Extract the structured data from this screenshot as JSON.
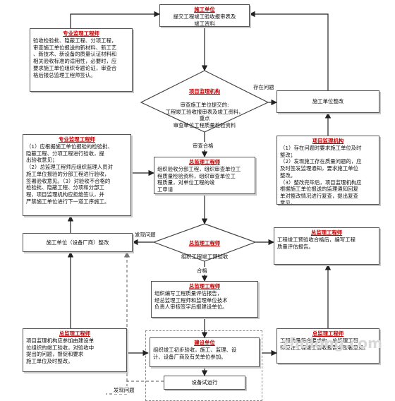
{
  "nodes": {
    "contractor_submit": {
      "title": "施工单位",
      "text": "提交工程竣工验收报审表及\n竣工资料"
    },
    "specialist_top": {
      "title": "专业监理工程师",
      "text": "验收检验批、隐蔽工程、分项工程，\n审查施工单位报送的新材料、新工艺\n、新技术、新设备的质量认证材料和\n相关验收标准的适用性，必要时，应\n要求施工单位组织专题论证，审查合\n格后报总监理工程师签认。"
    },
    "review_diamond": {
      "title": "项目监理机构",
      "text": "审查施工单位提交的:\n工程竣工验收报审表及竣工资料，\n重点\n审查单位工程质量检验资料"
    },
    "contractor_rectify_right": {
      "title": "",
      "text": "施工单位整改"
    },
    "specialist_mid": {
      "title": "专业监理工程师",
      "text": "（1）应根据施工单位报验的检验批、\n隐蔽工程、分项工程进行验收，提\n出验收意见；\n（2）总监理工程师应组织监理人员对\n施工单位报验的分部工程进行验收，\n签署验收意见。（3）对验收不合格的\n检验批、隐蔽工程、分项和分部工\n程，项目监理机构应拒绝签认，并\n严禁施工单位进行下一道工序施工。"
    },
    "chief_mid": {
      "title": "总监理工程师",
      "text": "组织验收分部工程，组织审查单位工\n程质量检验资料，组织审查单位工\n程质量，对单位工程的竣\n工申请"
    },
    "project_org_right": {
      "title": "项目监理机构",
      "text": "（1）存在问题时要求施工单位及时\n整改；\n（2）发现施工存在质量问题的，应\n及时签发监理通知，要求施工单位\n整改。\n（3）整改完毕后，项目监理机构应\n根据施工单位报送的监理通知回复\n单对整改情况进行复查，提出复查\n意见。"
    },
    "contractor_rectify_left": {
      "title": "",
      "text": "施工单位（设备厂商）整改"
    },
    "chief_diamond": {
      "title": "总监理工程师",
      "text": "组织工程竣工预验收"
    },
    "chief_right": {
      "title": "总监理工程师",
      "text": "工程竣工预验收合格后，编写工程\n质量评估报告。"
    },
    "chief_report": {
      "title": "总监理工程师",
      "text": "组织编写工程质量评估报告，\n经总监理工程师和监理单位技术\n负责人审核签字后报建设单位。"
    },
    "chief_left_bottom": {
      "title": "总监理工程师",
      "text": "项目监理机构应参加由建设单\n位组织的竣工验收，对验收中\n提出的问题，督促和要求\n施工单位及时整改。"
    },
    "owner": {
      "title": "建设单位",
      "text": "组织竣工初步验收，施工、监理、设\n计、设备厂商及有关单位参加。"
    },
    "equipment_trial": {
      "title": "",
      "text": "设备试运行"
    },
    "chief_right_bottom": {
      "title": "总监理工程师",
      "text": "工程质量符合要求的，总监理工程\n师应在工程竣工验收报告中签署意见。"
    }
  },
  "edge_labels": {
    "problem_right": "存在问题",
    "review_ok": "审查合格",
    "problem_left": "发现问题",
    "pass": "合格",
    "problem_bottom": "发现问题"
  },
  "watermark": "zhulong.com"
}
